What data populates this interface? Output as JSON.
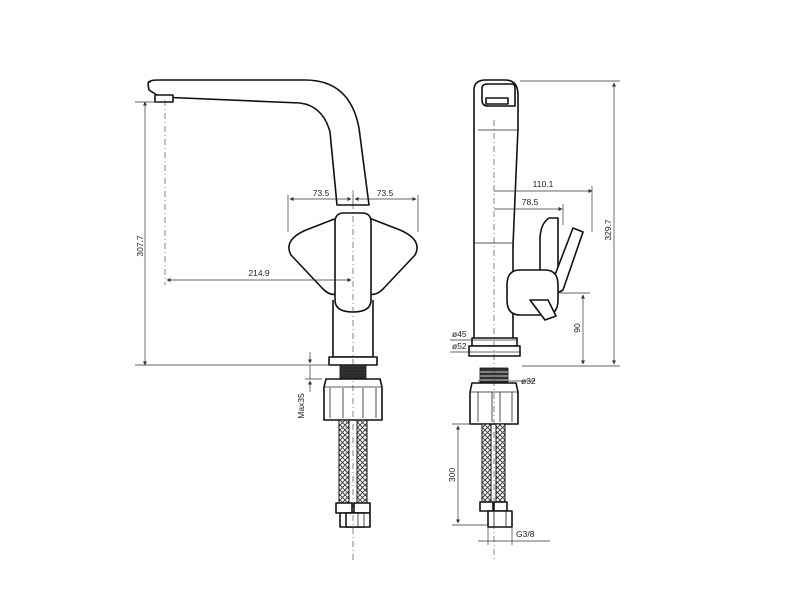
{
  "dimensions": {
    "front_height": "307.7",
    "handle_left_offset": "73.5",
    "handle_right_offset": "73.5",
    "spout_reach": "214.9",
    "max_deck_thickness": "Max35",
    "total_height": "329.7",
    "side_depth_110": "110.1",
    "side_depth_78": "78.5",
    "handle_height": "90",
    "diameter_45": "ø45",
    "diameter_52": "ø52",
    "diameter_32": "ø32",
    "hose_length": "300",
    "thread": "G3/8"
  },
  "colors": {
    "line": "#111111",
    "dimension": "#333333",
    "background": "#ffffff"
  }
}
